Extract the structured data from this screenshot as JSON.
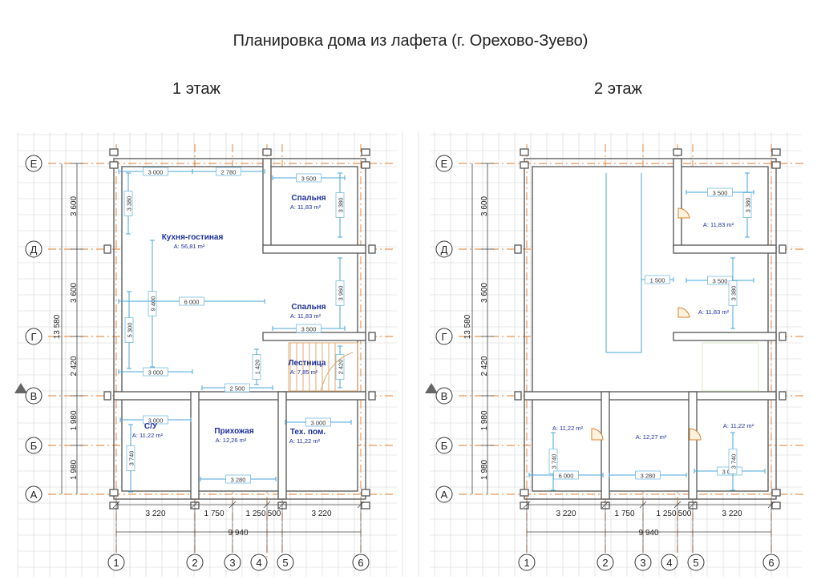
{
  "title": "Планировка дома из лафета (г. Орехово-Зуево)",
  "floors": [
    {
      "label": "1 этаж",
      "axis_letters": [
        "Е",
        "Д",
        "Г",
        "В",
        "Б",
        "А"
      ],
      "axis_numbers": [
        "1",
        "2",
        "3",
        "4",
        "5",
        "6"
      ],
      "left_dims": [
        "3 600",
        "3 600",
        "2 420",
        "1 980",
        "1 980"
      ],
      "total_dim": "13 580",
      "bottom_dims": [
        "3 220",
        "1 750",
        "1 250",
        "500",
        "3 220"
      ],
      "bottom_total": "9 940",
      "rooms": [
        {
          "name": "Кухня-гостиная",
          "area": "A: 56,81 m²"
        },
        {
          "name": "Спальня",
          "area": "A: 11,83 m²"
        },
        {
          "name": "Спальня",
          "area": "A: 11,83 m²"
        },
        {
          "name": "Лестница",
          "area": "A: 7,85 m²"
        },
        {
          "name": "С/У",
          "area": "A: 11,22 m²"
        },
        {
          "name": "Прихожая",
          "area": "A: 12,26 m²"
        },
        {
          "name": "Тех. пом.",
          "area": "A: 11,22 m²"
        }
      ],
      "inner_dims": [
        "3 000",
        "2 780",
        "3 500",
        "3 380",
        "3 380",
        "9 400",
        "6 000",
        "5 300",
        "3 960",
        "3 500",
        "1 420",
        "3 000",
        "2 500",
        "2 420",
        "3 000",
        "3 000",
        "3 740",
        "3 280"
      ]
    },
    {
      "label": "2 этаж",
      "axis_letters": [
        "Е",
        "Д",
        "Г",
        "В",
        "Б",
        "А"
      ],
      "axis_numbers": [
        "1",
        "2",
        "3",
        "4",
        "5",
        "6"
      ],
      "left_dims": [
        "3 600",
        "3 600",
        "2 420",
        "1 980",
        "1 980"
      ],
      "total_dim": "13 580",
      "bottom_dims": [
        "3 220",
        "1 750",
        "1 250",
        "500",
        "3 220"
      ],
      "bottom_total": "9 940",
      "room_areas": [
        "A: 11,83 m²",
        "A: 11,83 m²",
        "A: 11,22 m²",
        "A: 12,27 m²",
        "A: 11,22 m²"
      ],
      "inner_dims": [
        "3 500",
        "3 380",
        "1 500",
        "3 500",
        "3 380",
        "3 740",
        "6 000",
        "3 280",
        "3 000",
        "3 740"
      ]
    }
  ],
  "colors": {
    "wall": "#555555",
    "grid": "#d4d4d4",
    "axis": "#e07a2a",
    "dim": "#48a6d8",
    "room_name": "#1d2f9e",
    "stair": "#e0aa70",
    "door": "#d7812b"
  }
}
